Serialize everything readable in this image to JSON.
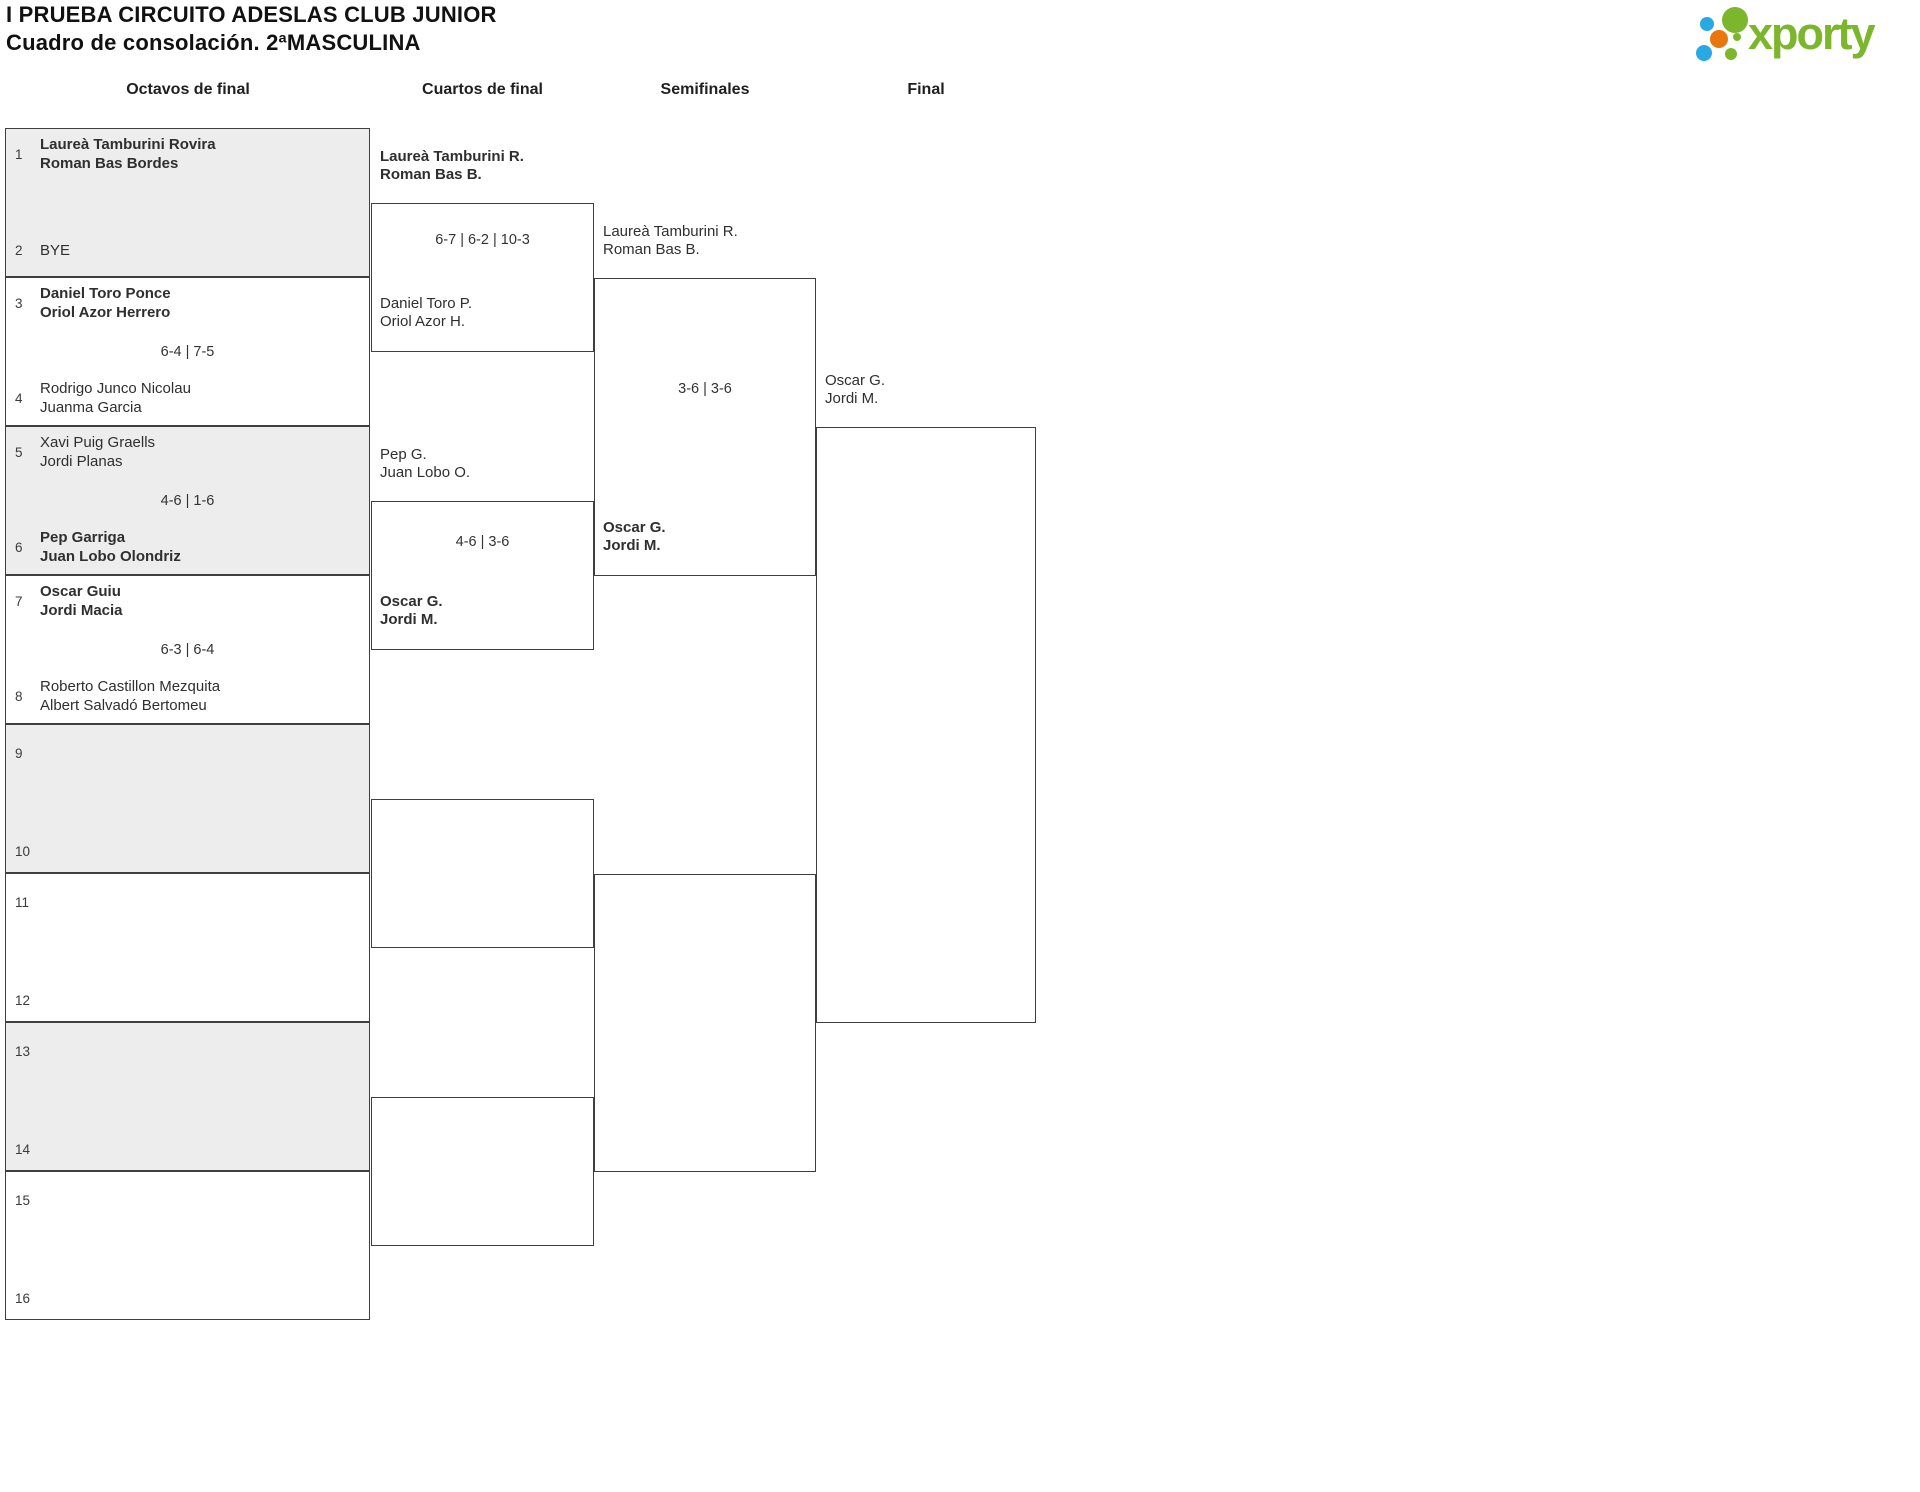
{
  "page": {
    "title_line1": "I PRUEBA CIRCUITO ADESLAS CLUB JUNIOR",
    "title_line2": "Cuadro de consolación. 2ªMASCULINA",
    "logo_text": "xporty"
  },
  "round_headers": {
    "octavos": "Octavos de final",
    "cuartos": "Cuartos de final",
    "semifinales": "Semifinales",
    "final": "Final"
  },
  "octavos": [
    {
      "seed_top": "1",
      "top_line1": "Laureà Tamburini Rovira",
      "top_line2": "Roman Bas Bordes",
      "seed_bottom": "2",
      "bottom_line1": "BYE",
      "score": ""
    },
    {
      "seed_top": "3",
      "top_line1": "Daniel Toro Ponce",
      "top_line2": "Oriol Azor Herrero",
      "score": "6-4 | 7-5",
      "seed_bottom": "4",
      "bottom_line1": "Rodrigo Junco Nicolau",
      "bottom_line2": "Juanma Garcia"
    },
    {
      "seed_top": "5",
      "top_line1": "Xavi Puig Graells",
      "top_line2": "Jordi Planas",
      "score": "4-6 | 1-6",
      "seed_bottom": "6",
      "bottom_line1": "Pep Garriga",
      "bottom_line2": "Juan Lobo Olondriz"
    },
    {
      "seed_top": "7",
      "top_line1": "Oscar Guiu",
      "top_line2": "Jordi Macia",
      "score": "6-3 | 6-4",
      "seed_bottom": "8",
      "bottom_line1": "Roberto Castillon Mezquita",
      "bottom_line2": "Albert Salvadó Bertomeu"
    },
    {
      "seed_top": "9",
      "seed_bottom": "10"
    },
    {
      "seed_top": "11",
      "seed_bottom": "12"
    },
    {
      "seed_top": "13",
      "seed_bottom": "14"
    },
    {
      "seed_top": "15",
      "seed_bottom": "16"
    }
  ],
  "cuartos": [
    {
      "top_line1": "Laureà Tamburini R.",
      "top_line2": "Roman Bas B.",
      "score": "6-7 | 6-2 | 10-3",
      "bottom_line1": "Daniel Toro P.",
      "bottom_line2": "Oriol Azor H."
    },
    {
      "top_line1": "Pep G.",
      "top_line2": "Juan Lobo O.",
      "score": "4-6 | 3-6",
      "bottom_line1": "Oscar G.",
      "bottom_line2": "Jordi M."
    }
  ],
  "semifinales": [
    {
      "top_line1": "Laureà Tamburini R.",
      "top_line2": "Roman Bas B.",
      "score": "3-6 | 3-6",
      "bottom_line1": "Oscar G.",
      "bottom_line2": "Jordi M."
    }
  ],
  "final_match": {
    "top_line1": "Oscar G.",
    "top_line2": "Jordi M."
  },
  "colors": {
    "brand_green": "#7cb62c",
    "brand_blue": "#29a9e1",
    "brand_orange": "#e8780d",
    "box_fill_gray": "#ededed",
    "border": "#3f3f3f"
  }
}
